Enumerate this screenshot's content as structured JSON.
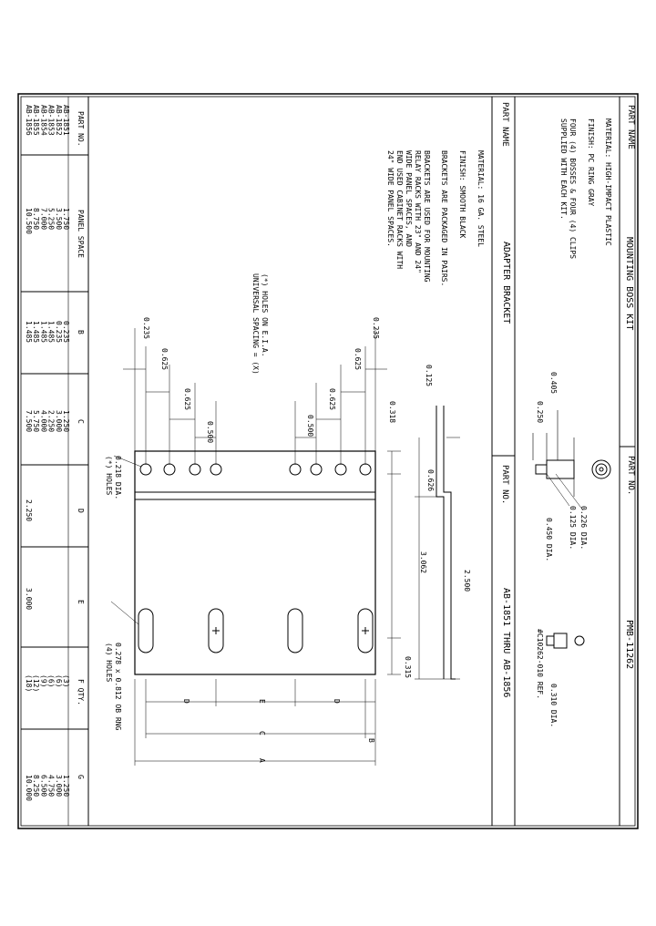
{
  "title_block": {
    "part_name_label": "PART NAME",
    "part_name_value": "MOUNTING BOSS KIT",
    "part_no_label": "PART NO.",
    "part_no_value": "PMB-11262"
  },
  "boss_kit": {
    "notes": [
      "MATERIAL: HIGH-IMPACT PLASTIC",
      "FINISH: PC RING GRAY",
      "FOUR (4) BOSSES & FOUR (4) CLIPS",
      "SUPPLIED WITH EACH KIT."
    ],
    "dims": {
      "d1": "0.405",
      "d2": "0.250",
      "d3": "0.226 DIA.",
      "d4": "0.125 DIA.",
      "d5": "0.450 DIA.",
      "d6": "0.310 DIA."
    },
    "clip_ref": "#C10262-010 REF."
  },
  "bracket": {
    "part_name_label": "PART NAME",
    "part_name_value": "ADAPTER BRACKET",
    "part_no_label": "PART NO.",
    "part_no_value": "AB-1851   THRU   AB-1856",
    "notes": [
      "MATERIAL: 16 GA. STEEL",
      "FINISH: SMOOTH BLACK",
      "BRACKETS ARE PACKAGED IN PAIRS.",
      "BRACKETS ARE USED FOR MOUNTING",
      "RELAY RACKS WITH 23\" AND 24\"",
      "WIDE PANEL SPACES, AND",
      "END USED CABINET RACKS WITH",
      "24\" WIDE PANEL SPACES."
    ],
    "holes_note": [
      "(*) HOLES ON E.I.A.",
      "UNIVERSAL SPACING = (X)"
    ],
    "dims": {
      "d0125": "0.125",
      "d0318": "0.318",
      "d0235": "0.235",
      "d0625": "0.625",
      "d0500": "0.500",
      "d0626": "0.626",
      "d2500": "2.500",
      "d3062": "3.062",
      "d0315": "0.315",
      "holes_dia": "0.218 DIA.",
      "holes_count": "(*) HOLES",
      "slots": "0.278 x 0.812 OB RNG",
      "slots_count": "(4) HOLES",
      "letterA": "A",
      "letterB": "B",
      "letterC": "C",
      "letterD": "D",
      "letterE": "E"
    }
  },
  "table": {
    "headers": [
      "PART NO.",
      "PANEL SPACE",
      "B",
      "C",
      "D",
      "E",
      "F QTY.",
      "G"
    ],
    "rows": [
      [
        "AB-1851",
        "1.750",
        "0.235",
        "1.250",
        "",
        "",
        "(3)",
        "1.250"
      ],
      [
        "AB-1852",
        "3.500",
        "0.235",
        "3.000",
        "",
        "",
        "(6)",
        "3.000"
      ],
      [
        "AB-1853",
        "5.250",
        "1.485",
        "2.250",
        "",
        "",
        "(6)",
        "4.750"
      ],
      [
        "AB-1854",
        "7.000",
        "1.485",
        "4.000",
        "",
        "",
        "(9)",
        "6.500"
      ],
      [
        "AB-1855",
        "8.750",
        "1.485",
        "5.750",
        "",
        "",
        "(12)",
        "8.250"
      ],
      [
        "AB-1856",
        "10.500",
        "1.485",
        "7.500",
        "2.250",
        "3.000",
        "(18)",
        "10.000"
      ]
    ]
  }
}
